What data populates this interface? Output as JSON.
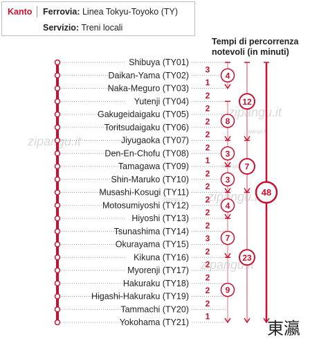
{
  "header": {
    "region": "Kanto",
    "line_label": "Ferrovia:",
    "line_value": "Linea Tokyu-Toyoko (TY)",
    "service_label": "Servizio:",
    "service_value": "Treni locali"
  },
  "legend": {
    "line1": "Tempi di percorrenza",
    "line2": "notevoli (in minuti)"
  },
  "stations": [
    "Shibuya (TY01)",
    "Daikan-Yama (TY02)",
    "Naka-Meguro (TY03)",
    "Yutenji (TY04)",
    "Gakugeidaigaku (TY05)",
    "Toritsudaigaku (TY06)",
    "Jiyugaoka (TY07)",
    "Den-En-Chofu (TY08)",
    "Tamagawa (TY09)",
    "Shin-Maruko (TY10)",
    "Musashi-Kosugi (TY11)",
    "Motosumiyoshi (TY12)",
    "Hiyoshi (TY13)",
    "Tsunashima (TY14)",
    "Okurayama (TY15)",
    "Kikuna (TY16)",
    "Myorenji (TY17)",
    "Hakuraku (TY18)",
    "Higashi-Hakuraku (TY19)",
    "Tammachi (TY20)",
    "Yokohama (TY21)"
  ],
  "segment_times": [
    "3",
    "1",
    "2",
    "2",
    "2",
    "2",
    "2",
    "1",
    "2",
    "2",
    "2",
    "2",
    "2",
    "3",
    "2",
    "2",
    "2",
    "2",
    "2",
    "1"
  ],
  "circle_times": [
    {
      "value": "4",
      "from": 0,
      "to": 2
    },
    {
      "value": "8",
      "from": 3,
      "to": 6
    },
    {
      "value": "3",
      "from": 6,
      "to": 8
    },
    {
      "value": "3",
      "from": 8,
      "to": 10
    },
    {
      "value": "4",
      "from": 10,
      "to": 12
    },
    {
      "value": "7",
      "from": 12,
      "to": 15
    },
    {
      "value": "9",
      "from": 15,
      "to": 20
    },
    {
      "value": "12",
      "from": 0,
      "to": 6
    },
    {
      "value": "7",
      "from": 6,
      "to": 10
    },
    {
      "value": "23",
      "from": 10,
      "to": 20
    },
    {
      "value": "48",
      "from": 0,
      "to": 20
    }
  ],
  "watermark": "zipangu.it",
  "logo": "東瀛",
  "colors": {
    "accent": "#c8102e",
    "accent_light": "#e8a0aa",
    "dot": "#999999"
  }
}
